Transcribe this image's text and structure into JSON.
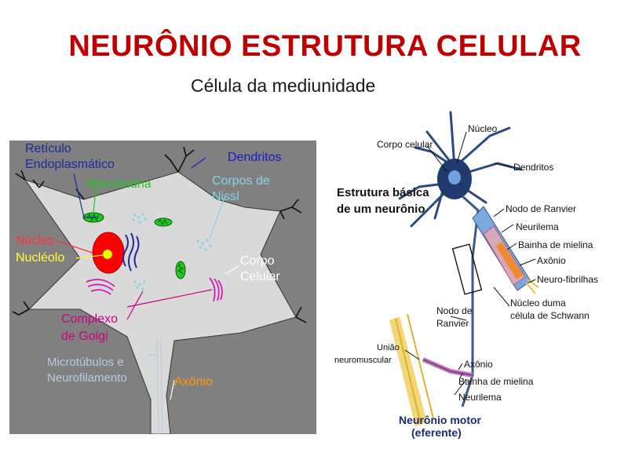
{
  "slide": {
    "title": "NEURÔNIO ESTRUTURA CELULAR",
    "subtitle": "Célula da mediunidade"
  },
  "cell_diagram": {
    "labels": {
      "reticulo_line1": "Retículo",
      "reticulo_line2": "Endoplasmático",
      "mitocondria": "Mitocôndria",
      "dendritos": "Dendritos",
      "corpos_nissl_line1": "Corpos de",
      "corpos_nissl_line2": "Nissl",
      "nucleo": "Núcleo",
      "nucleolo": "Nucléolo",
      "corpo_celular_line1": "Corpo",
      "corpo_celular_line2": "Celular",
      "golgi_line1": "Complexo",
      "golgi_line2": "de Golgi",
      "microtubulos_line1": "Microtúbulos e",
      "microtubulos_line2": "Neurofilamento",
      "axonio": "Axônio"
    },
    "colors": {
      "background": "#808080",
      "cytoplasm": "#d9d9d9",
      "nucleus": "#ff0000",
      "nucleolus": "#ffff00",
      "reticulo_label": "#1f2a99",
      "mitocondria_label": "#22c722",
      "dendritos_label": "#1a1acc",
      "nissl_label": "#7fd4e8",
      "nucleo_label": "#ff3333",
      "nucleolo_label": "#ffff33",
      "corpo_label": "#ffffff",
      "golgi_label": "#cc0088",
      "microtubulos_label": "#b8c8e8",
      "axonio_label": "#ff9900"
    }
  },
  "neuron_diagram": {
    "heading_line1": "Estrutura básica",
    "heading_line2": "de um neurônio",
    "labels": {
      "nucleo": "Núcleo",
      "corpo_celular": "Corpo celular",
      "dendritos": "Dendritos",
      "nodo_ranvier_top": "Nodo de Ranvier",
      "neurilema_top": "Neurilema",
      "bainha_mielina_top": "Bainha de mielina",
      "axonio_top": "Axônio",
      "neuro_fibrilhas": "Neuro-fibrilhas",
      "nucleo_schwann_line1": "Núcleo duma",
      "nucleo_schwann_line2": "célula de Schwann",
      "nodo_ranvier_bottom_line1": "Nodo de",
      "nodo_ranvier_bottom_line2": "Ranvier",
      "uniao_line1": "União",
      "uniao_line2": "neuromuscular",
      "axonio_bottom": "Axônio",
      "bainha_mielina_bottom": "Bainha de mielina",
      "neurilema_bottom": "Neurilema",
      "motor_line1": "Neurônio motor",
      "motor_line2": "(eferente)"
    },
    "colors": {
      "neuron_body": "#1f3a6e",
      "myelin": "#d8a8b8",
      "axon_core": "#f08a30",
      "muscle": "#f0d060",
      "motor_label": "#1a2a6e",
      "text": "#111111"
    }
  }
}
